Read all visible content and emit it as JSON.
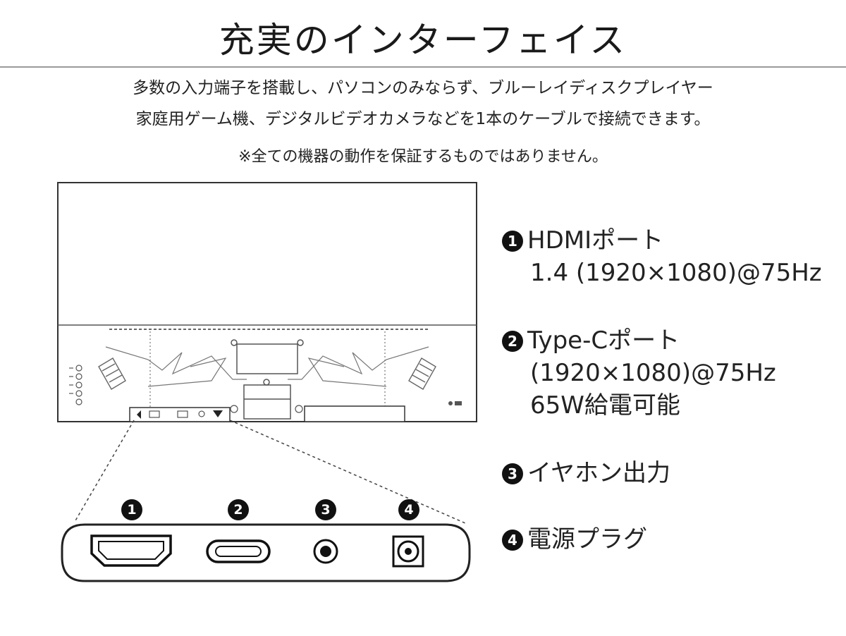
{
  "title": "充実のインターフェイス",
  "description": {
    "line1": "多数の入力端子を搭載し、パソコンのみならず、ブルーレイディスクプレイヤー",
    "line2": "家庭用ゲーム機、デジタルビデオカメラなどを1本のケーブルで接続できます。",
    "note": "※全ての機器の動作を保証するものではありません。"
  },
  "ports": [
    {
      "number": "1",
      "name": "HDMIポート",
      "details": [
        "1.4 (1920×1080)@75Hz"
      ],
      "icon": "hdmi-port-icon"
    },
    {
      "number": "2",
      "name": "Type-Cポート",
      "details": [
        "(1920×1080)@75Hz",
        "65W給電可能"
      ],
      "icon": "usb-c-port-icon"
    },
    {
      "number": "3",
      "name": "イヤホン出力",
      "details": [],
      "icon": "audio-jack-icon"
    },
    {
      "number": "4",
      "name": "電源プラグ",
      "details": [],
      "icon": "dc-power-icon"
    }
  ]
}
